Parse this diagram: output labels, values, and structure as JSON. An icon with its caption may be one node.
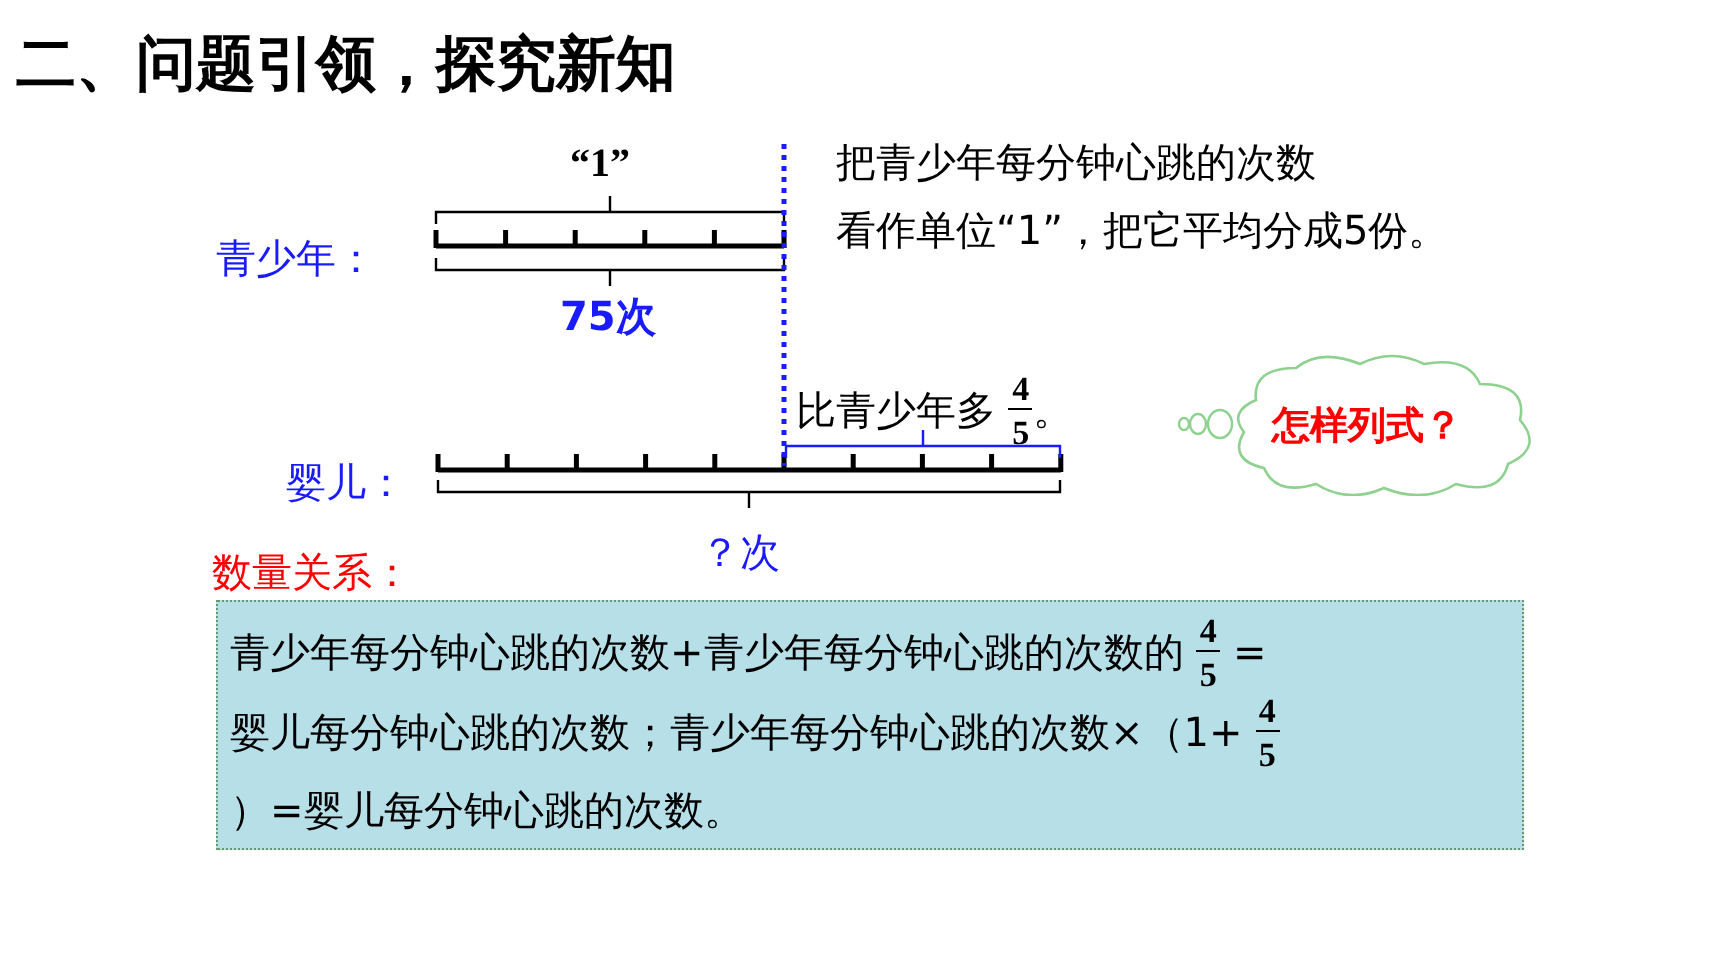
{
  "diagram": {
    "title": "二、问题引领，探究新知",
    "nodes": [
      {
        "text": [
          "怎样列式？"
        ]
      },
      {
        "text": [
          "青少年每分钟心跳的次数+青少年每分钟心跳的次数的 $^{4}$$_{5}$ =婴儿每分钟心跳的次数；青少年每分钟心跳的次数×（1+ $^{4}$$_{5}$）=婴儿每分钟心跳的次数。"
        ]
      }
    ],
    "labels": [
      "“1”",
      "把青少年每分钟心跳的次数",
      "青少年：",
      "看作单位“1”，把它平均分成5份。",
      "75次",
      "比青少年多 $^{4}$$_{5}$。",
      "婴儿：",
      "？次",
      "数量关系："
    ]
  }
}
